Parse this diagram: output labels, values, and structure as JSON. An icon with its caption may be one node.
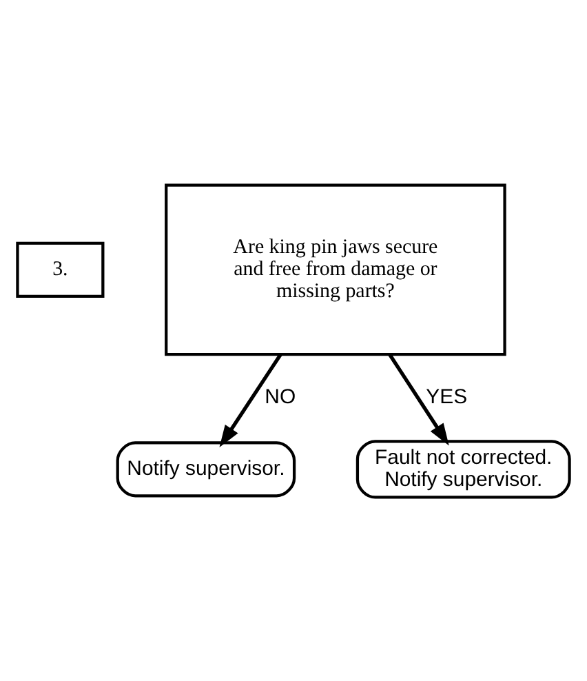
{
  "diagram": {
    "nodes": [
      {
        "text": [
          "3."
        ]
      },
      {
        "text": [
          "Are king pin jaws secure and free from damage or missing parts?"
        ]
      },
      {
        "text": [
          "Notify supervisor."
        ]
      },
      {
        "text": [
          "Fault not corrected. Notify supervisor."
        ]
      }
    ],
    "edges": [
      {
        "from": 1,
        "to": 2,
        "arrow": "to",
        "label": "NO"
      },
      {
        "from": 1,
        "to": 3,
        "arrow": "to",
        "label": "YES"
      }
    ]
  }
}
